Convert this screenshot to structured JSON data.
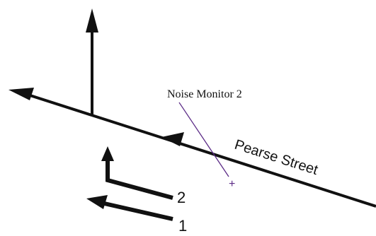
{
  "street": {
    "name": "Pearse Street"
  },
  "monitor": {
    "label": "Noise Monitor 2",
    "marker": "+",
    "color": "#5b2a86"
  },
  "routes": [
    {
      "label": "2"
    },
    {
      "label": "1"
    }
  ],
  "colors": {
    "ink": "#111111",
    "background": "#ffffff"
  },
  "icons": {
    "arrowhead": "arrowhead-icon",
    "monitor_marker": "crosshair-plus-icon"
  }
}
